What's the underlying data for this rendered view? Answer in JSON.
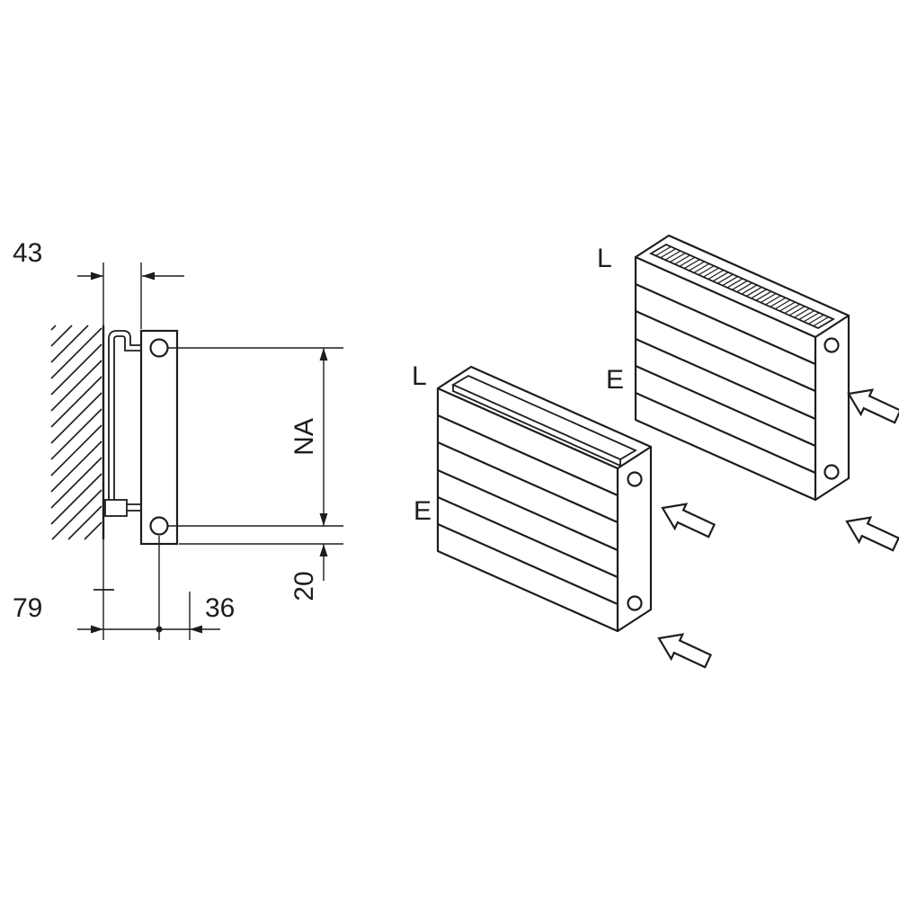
{
  "drawing": {
    "side_view": {
      "dims": {
        "depth": "43",
        "wall_to_axis": "79",
        "axis_offset": "36",
        "bottom_offset": "20",
        "connection_height": "NA"
      }
    },
    "isometric_views": {
      "front_radiator": {
        "outlet": "L",
        "inlet": "E"
      },
      "rear_radiator": {
        "outlet": "L",
        "inlet": "E"
      }
    }
  },
  "colors": {
    "line": "#1d1d1d",
    "background": "#ffffff"
  }
}
